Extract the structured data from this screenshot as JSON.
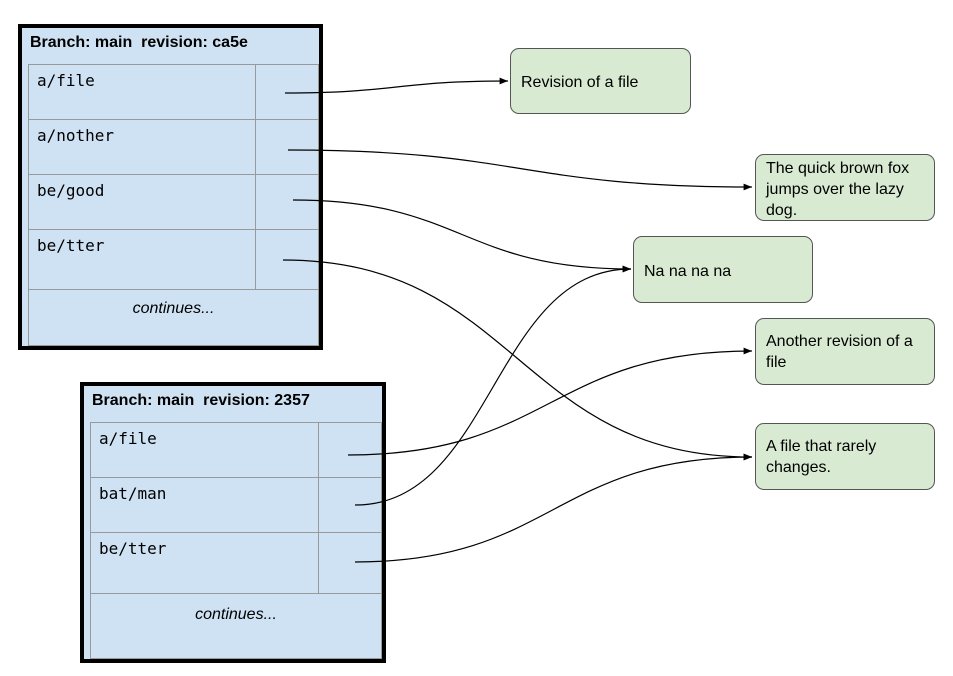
{
  "branches": [
    {
      "title": "Branch: main  revision: ca5e",
      "rows": [
        {
          "path": "a/file"
        },
        {
          "path": "a/nother"
        },
        {
          "path": "be/good"
        },
        {
          "path": "be/tter"
        }
      ],
      "continues": "continues..."
    },
    {
      "title": "Branch: main  revision: 2357",
      "rows": [
        {
          "path": "a/file"
        },
        {
          "path": "bat/man"
        },
        {
          "path": "be/tter"
        }
      ],
      "continues": "continues..."
    }
  ],
  "blobs": [
    {
      "text": "Revision of a file"
    },
    {
      "text": "The quick brown fox jumps over the lazy dog."
    },
    {
      "text": "Na na na na"
    },
    {
      "text": "Another revision of a file"
    },
    {
      "text": "A file that rarely changes."
    }
  ],
  "links": [
    {
      "branch": 0,
      "row": 0,
      "blob": 0
    },
    {
      "branch": 0,
      "row": 1,
      "blob": 1
    },
    {
      "branch": 0,
      "row": 2,
      "blob": 2
    },
    {
      "branch": 0,
      "row": 3,
      "blob": 4
    },
    {
      "branch": 1,
      "row": 0,
      "blob": 3
    },
    {
      "branch": 1,
      "row": 1,
      "blob": 2
    },
    {
      "branch": 1,
      "row": 2,
      "blob": 4
    }
  ],
  "colors": {
    "branch_fill": "#cfe2f3",
    "blob_fill": "#d9ead3",
    "line": "#000000"
  }
}
